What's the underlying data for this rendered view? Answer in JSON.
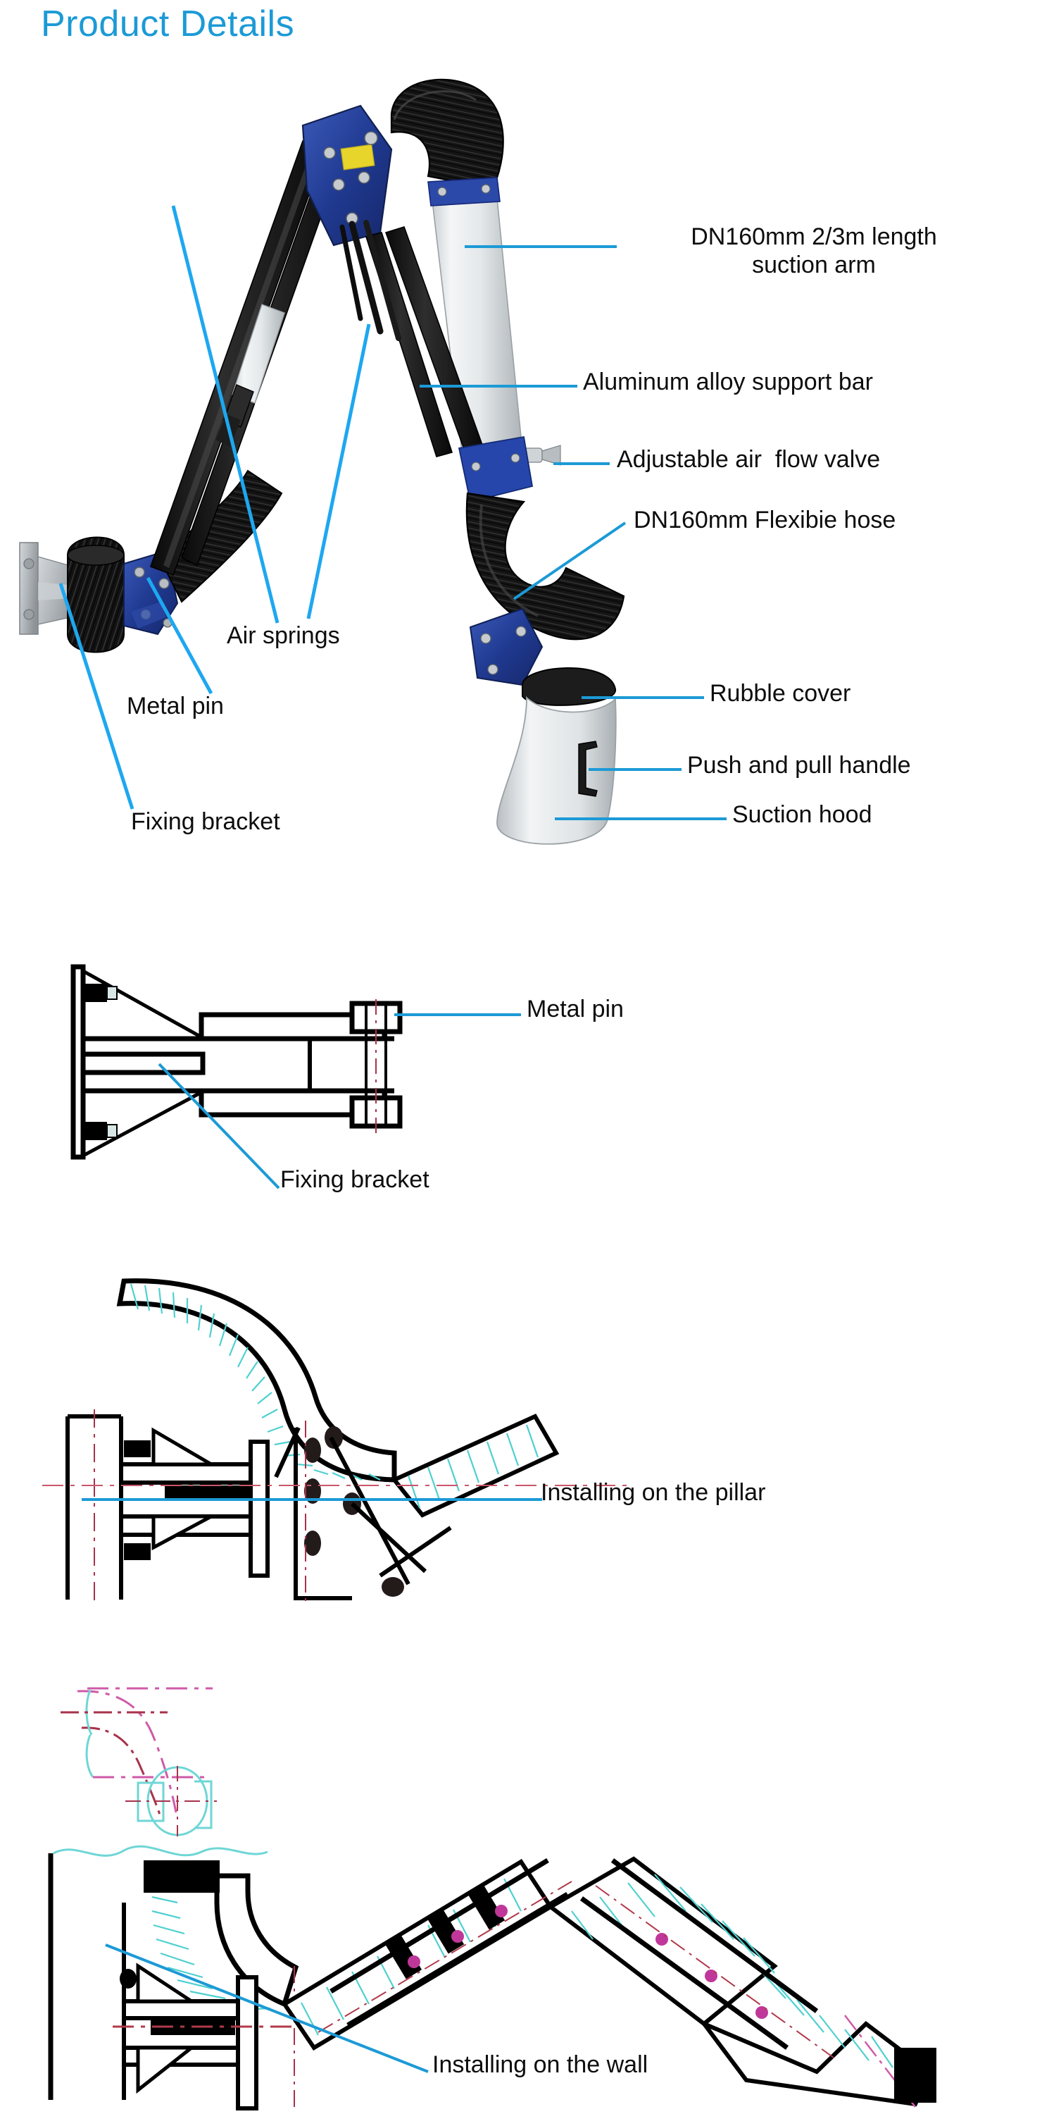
{
  "page": {
    "title": "Product Details",
    "title_color": "#1c9ad6",
    "leader_color": "#1c9ad6",
    "background": "#ffffff"
  },
  "sections": [
    {
      "id": "product-photo",
      "name": "fume-extraction-arm-photo",
      "callouts": [
        {
          "id": "suction-arm",
          "text": "DN160mm 2/3m length\nsuction arm",
          "align": "center"
        },
        {
          "id": "support-bar",
          "text": "Aluminum alloy support bar",
          "align": "left"
        },
        {
          "id": "air-flow-valve",
          "text": "Adjustable air  flow valve",
          "align": "left"
        },
        {
          "id": "flexible-hose",
          "text": "DN160mm Flexibie hose",
          "align": "left"
        },
        {
          "id": "rubble-cover",
          "text": "Rubble cover",
          "align": "left"
        },
        {
          "id": "push-pull-handle",
          "text": "Push and pull handle",
          "align": "left"
        },
        {
          "id": "suction-hood",
          "text": "Suction hood",
          "align": "left"
        },
        {
          "id": "air-springs",
          "text": "Air springs",
          "align": "left"
        },
        {
          "id": "metal-pin",
          "text": "Metal pin",
          "align": "left"
        },
        {
          "id": "fixing-bracket",
          "text": "Fixing bracket",
          "align": "left"
        }
      ]
    },
    {
      "id": "bracket-drawing",
      "name": "wall-bracket-cad-drawing",
      "callouts": [
        {
          "id": "metal-pin-2",
          "text": "Metal pin"
        },
        {
          "id": "fixing-bracket-2",
          "text": "Fixing bracket"
        }
      ]
    },
    {
      "id": "pillar-drawing",
      "name": "pillar-installation-cad-drawing",
      "callouts": [
        {
          "id": "installing-pillar",
          "text": "Installing on the pillar"
        }
      ]
    },
    {
      "id": "wall-drawing",
      "name": "wall-installation-cad-drawing",
      "callouts": [
        {
          "id": "installing-wall",
          "text": "Installing on the wall"
        }
      ]
    }
  ],
  "colors": {
    "accent_blue": "#1c9ad6",
    "bright_blue": "#1ea7f0",
    "joint_blue": "#23409a",
    "hose_black": "#1b1b1b",
    "tube_white": "#e9ecee",
    "bracket_grey": "#b9bdc0",
    "cad_line": "#000000",
    "cad_hatch_cyan": "#58d6d6",
    "cad_center_red": "#b03a4a",
    "cad_phantom_magenta": "#cf4fa8"
  }
}
